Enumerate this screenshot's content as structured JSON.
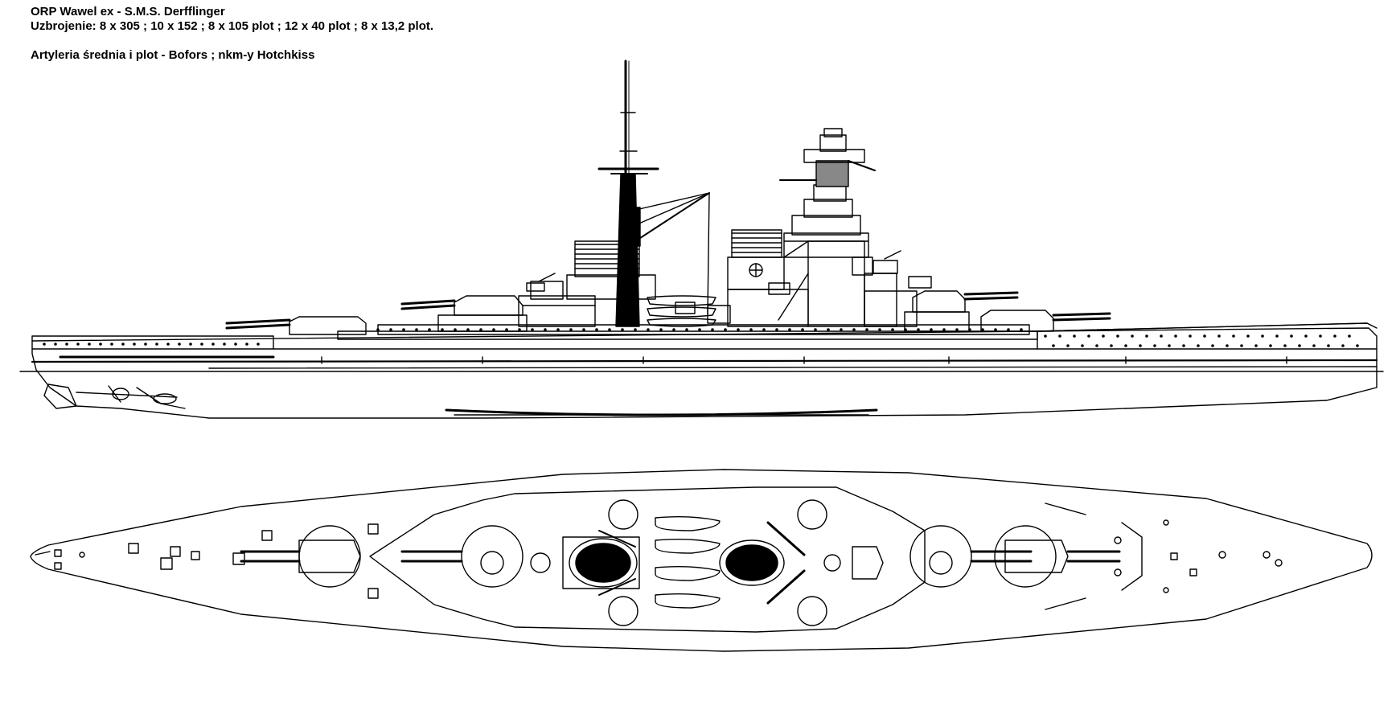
{
  "caption": {
    "title": "ORP Wawel ex - S.M.S. Derfflinger",
    "armament": "Uzbrojenie: 8 x 305 ; 10 x 152 ; 8 x 105 plot ; 12 x 40 plot ; 8 x 13,2 plot.",
    "artillery": "Artyleria średnia i plot - Bofors ; nkm-y Hotchkiss"
  },
  "colors": {
    "ink": "#000000",
    "paper": "#ffffff"
  }
}
